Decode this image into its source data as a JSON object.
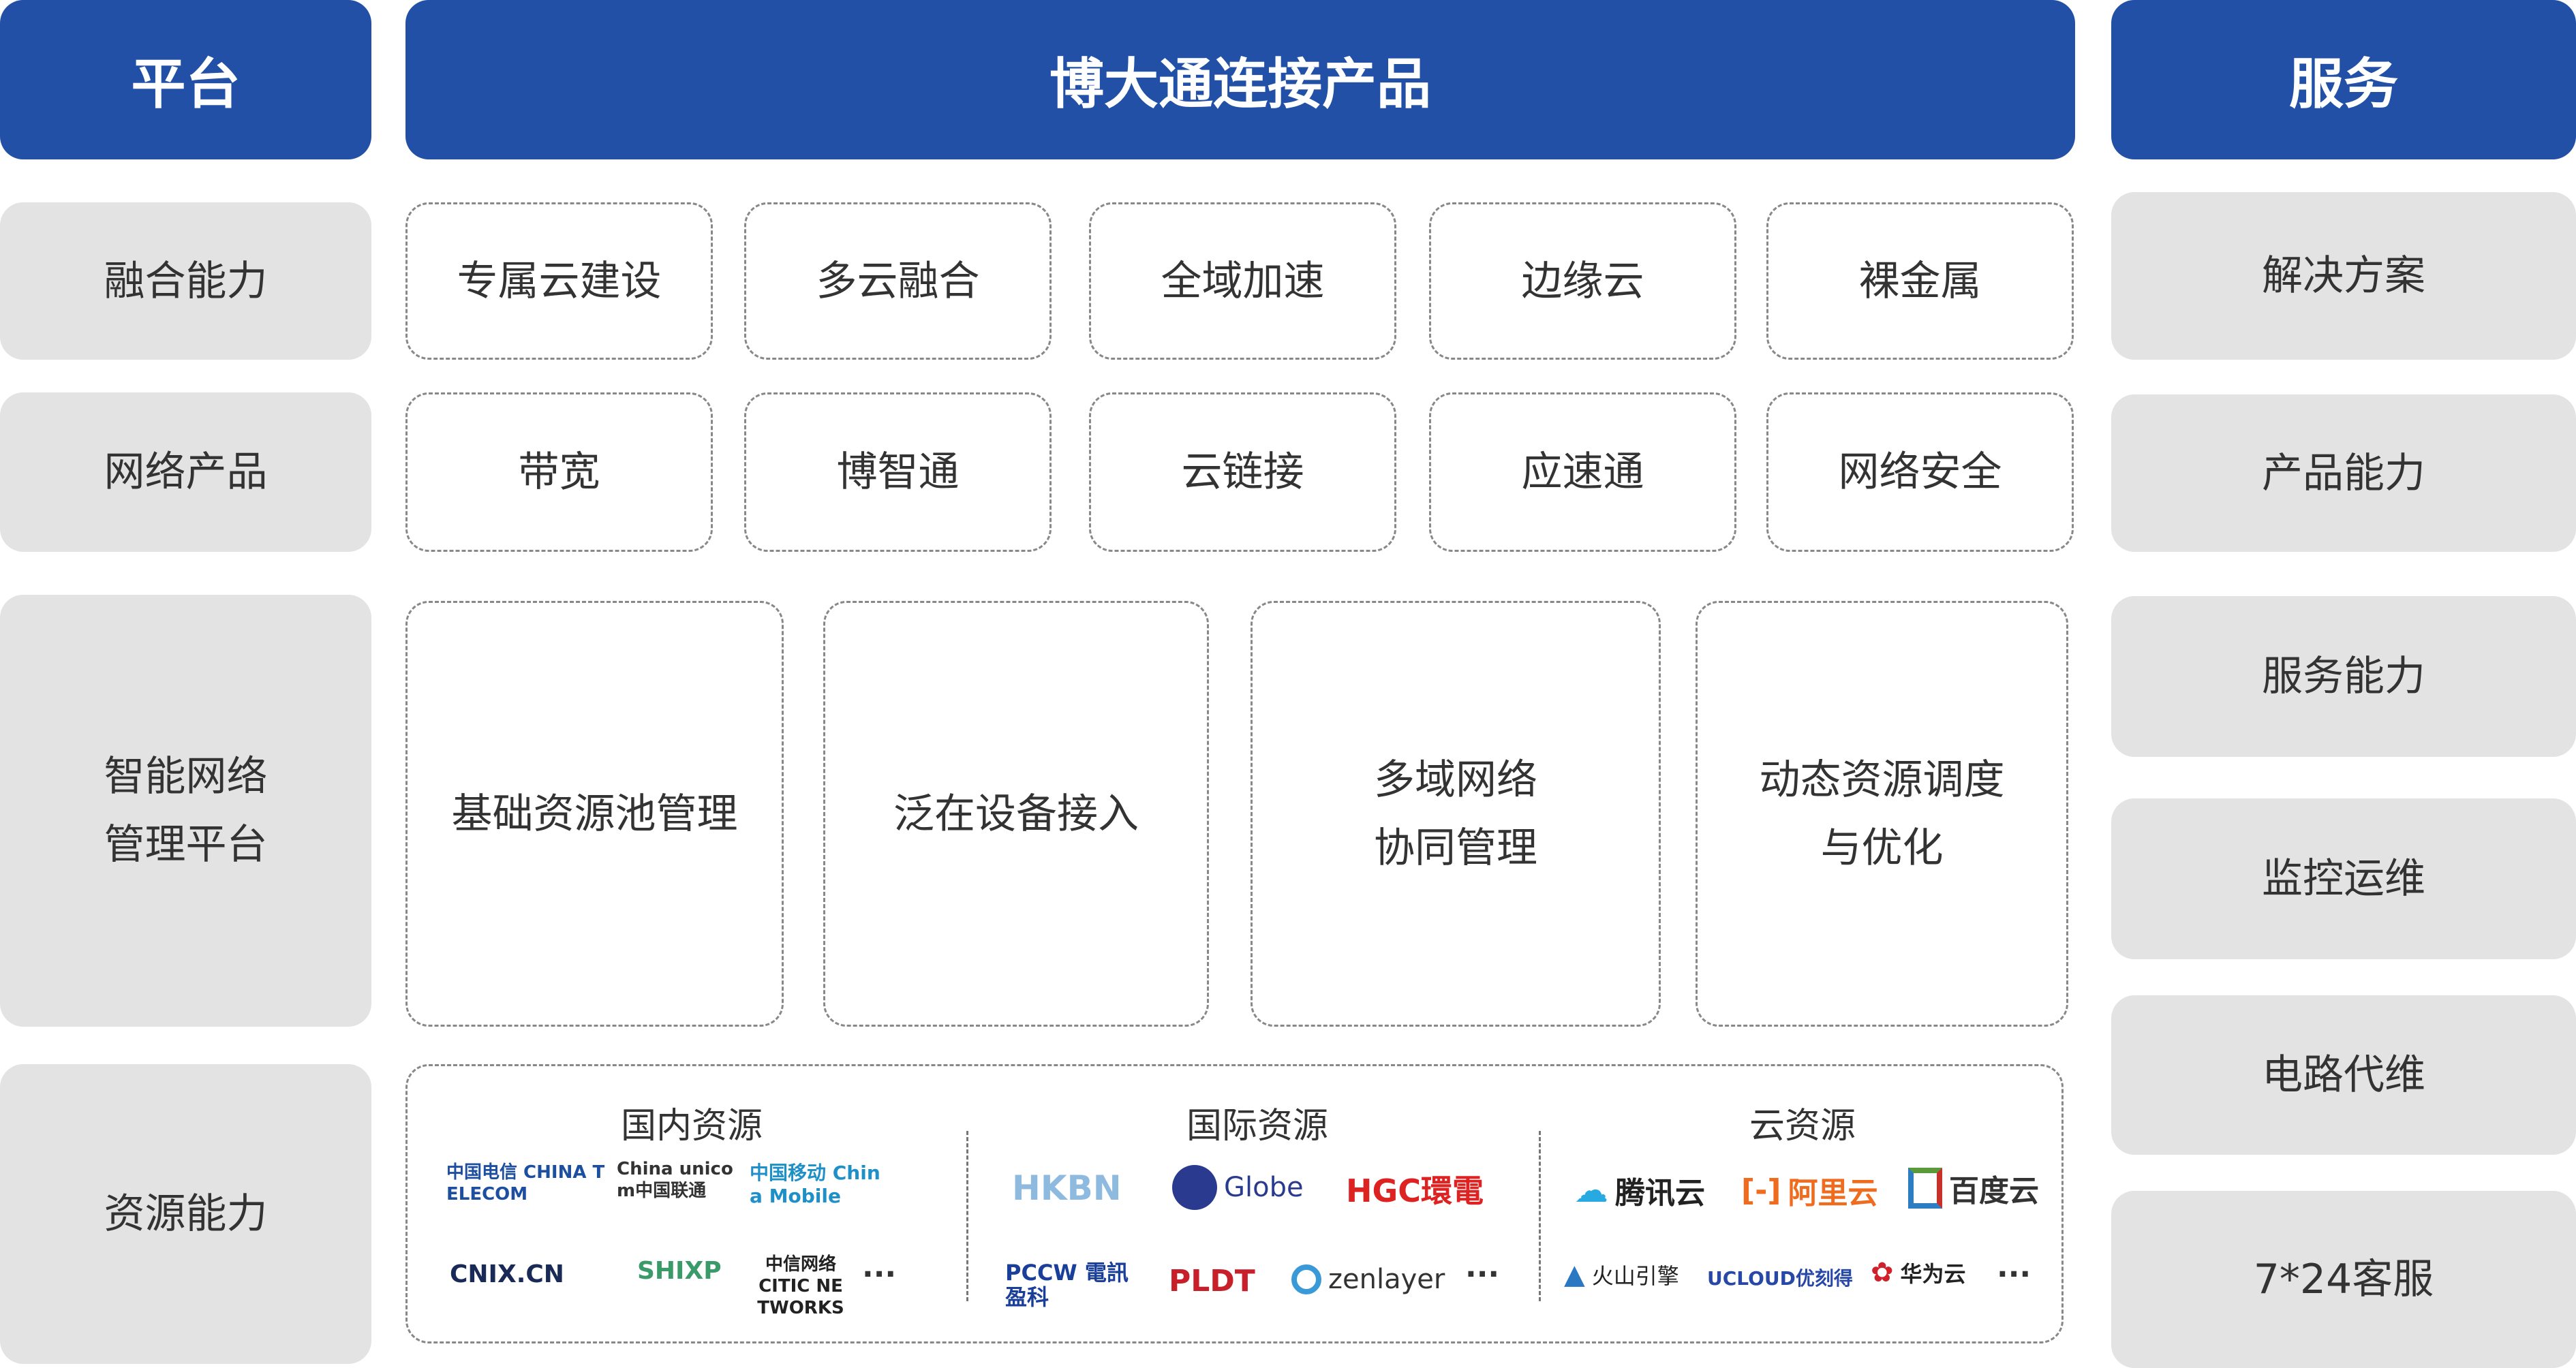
{
  "header": {
    "platform": "平台",
    "products": "博大通连接产品",
    "services": "服务"
  },
  "left_rows": [
    "融合能力",
    "网络产品",
    "智能网络\n管理平台",
    "资源能力"
  ],
  "row1": [
    "专属云建设",
    "多云融合",
    "全域加速",
    "边缘云",
    "裸金属"
  ],
  "row2": [
    "带宽",
    "博智通",
    "云链接",
    "应速通",
    "网络安全"
  ],
  "row3": [
    "基础资源池管理",
    "泛在设备接入",
    "多域网络\n协同管理",
    "动态资源调度\n与优化"
  ],
  "services": [
    "解决方案",
    "产品能力",
    "服务能力",
    "监控运维",
    "电路代维",
    "7*24客服"
  ],
  "resources": {
    "domestic": {
      "title": "国内资源",
      "logos": [
        "中国电信 CHINA TELECOM",
        "China unicom中国联通",
        "中国移动 China Mobile",
        "CNIX.CN",
        "SHIXP",
        "中信网络 CITIC NETWORKS"
      ],
      "more": "···"
    },
    "international": {
      "title": "国际资源",
      "logos": [
        "HKBN",
        "Globe",
        "HGC環電",
        "PCCW 電訊盈科",
        "PLDT",
        "zenlayer"
      ],
      "more": "···"
    },
    "cloud": {
      "title": "云资源",
      "logos": [
        "腾讯云",
        "阿里云",
        "百度云",
        "火山引擎",
        "UCLOUD优刻得",
        "华为云"
      ],
      "more": "···"
    }
  },
  "colors": {
    "header": "#2150a6",
    "panel": "#e3e3e3"
  }
}
